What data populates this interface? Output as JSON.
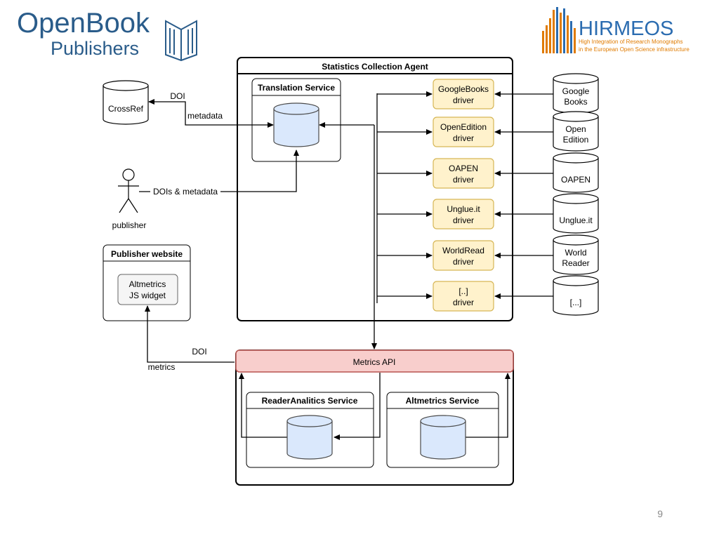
{
  "logos": {
    "openbook": {
      "line1_a": "Open",
      "line1_b": "Book",
      "line2": "Publishers"
    },
    "hirmeos": {
      "name": "HIRMEOS",
      "tagline1": "High Integration of Research Monographs",
      "tagline2": "in the European Open Science infrastructure"
    }
  },
  "agent": {
    "title": "Statistics Collection Agent",
    "translation_title": "Translation Service",
    "drivers": [
      {
        "line1": "GoogleBooks",
        "line2": "driver"
      },
      {
        "line1": "OpenEdition",
        "line2": "driver"
      },
      {
        "line1": "OAPEN",
        "line2": "driver"
      },
      {
        "line1": "Unglue.it",
        "line2": "driver"
      },
      {
        "line1": "WorldRead",
        "line2": "driver"
      },
      {
        "line1": "[..]",
        "line2": "driver"
      }
    ]
  },
  "sources": [
    {
      "line1": "Google",
      "line2": "Books"
    },
    {
      "line1": "Open",
      "line2": "Edition"
    },
    {
      "line1": "OAPEN",
      "line2": ""
    },
    {
      "line1": "Unglue.it",
      "line2": ""
    },
    {
      "line1": "World",
      "line2": "Reader"
    },
    {
      "line1": "[...]",
      "line2": ""
    }
  ],
  "crossref": {
    "label": "CrossRef",
    "doi_label": "DOI",
    "metadata_label": "metadata"
  },
  "publisher": {
    "label": "publisher",
    "edge_label": "DOIs & metadata"
  },
  "publisher_website": {
    "title": "Publisher website",
    "widget_line1": "Altmetrics",
    "widget_line2": "JS widget",
    "doi_label": "DOI",
    "metrics_label": "metrics"
  },
  "metrics": {
    "api_label": "Metrics API",
    "reader_service_title": "ReaderAnalitics Service",
    "altmetrics_service_title": "Altmetrics Service"
  },
  "page_number": "9",
  "colors": {
    "driver_fill": "#fff2cc",
    "driver_stroke": "#d6b656",
    "db_fill": "#dae8fc",
    "db_stroke": "#4a4a4a",
    "api_fill": "#f8cecc",
    "api_stroke": "#b85450",
    "widget_fill": "#f5f5f5",
    "widget_stroke": "#666666",
    "openbook_blue": "#2a5c8a",
    "hirmeos_blue": "#2b6cb0",
    "hirmeos_orange": "#e07b00"
  }
}
